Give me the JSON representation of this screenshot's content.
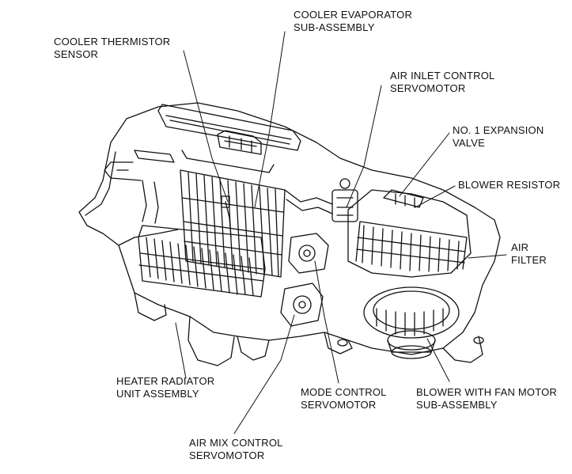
{
  "labels": {
    "cooler_evaporator": {
      "line1": "COOLER EVAPORATOR",
      "line2": "SUB-ASSEMBLY"
    },
    "cooler_thermistor": {
      "line1": "COOLER THERMISTOR",
      "line2": "SENSOR"
    },
    "air_inlet_servo": {
      "line1": "AIR INLET CONTROL",
      "line2": "SERVOMOTOR"
    },
    "expansion_valve": {
      "line1": "NO. 1 EXPANSION",
      "line2": "VALVE"
    },
    "blower_resistor": {
      "line1": "BLOWER RESISTOR"
    },
    "air_filter": {
      "line1": "AIR",
      "line2": "FILTER"
    },
    "heater_radiator": {
      "line1": "HEATER RADIATOR",
      "line2": "UNIT ASSEMBLY"
    },
    "mode_servo": {
      "line1": "MODE CONTROL",
      "line2": "SERVOMOTOR"
    },
    "blower_fan": {
      "line1": "BLOWER WITH FAN MOTOR",
      "line2": "SUB-ASSEMBLY"
    },
    "air_mix_servo": {
      "line1": "AIR MIX CONTROL",
      "line2": "SERVOMOTOR"
    }
  },
  "colors": {
    "ink": "#111111",
    "paper": "#ffffff"
  }
}
